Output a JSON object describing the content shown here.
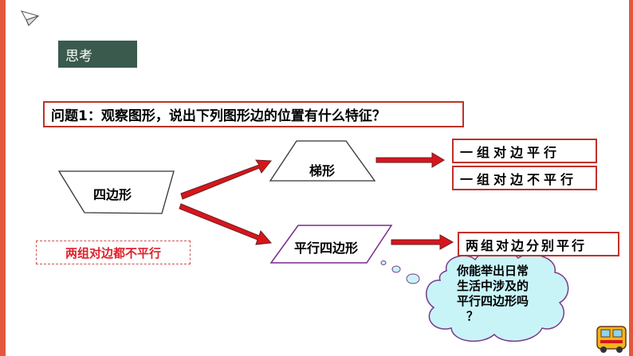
{
  "slide": {
    "think_label": "思考",
    "question": "问题1：观察图形，说出下列图形边的位置有什么特征？",
    "shapes": {
      "quadrilateral": "四边形",
      "trapezoid": "梯形",
      "parallelogram": "平行四边形"
    },
    "results": {
      "trapezoid_1": "一组对边平行",
      "trapezoid_2": "一组对边不平行",
      "parallelogram": "两组对边分别平行"
    },
    "note": "两组对边都不平行",
    "cloud_lines": [
      "你能举出日常",
      "生活中涉及的",
      "平行四边形吗",
      "？"
    ]
  },
  "colors": {
    "frame": "#e4573d",
    "badge": "#3a5a4e",
    "arrow": "#d9151c",
    "border": "#c0312a",
    "parallelogram_border": "#7a2a8c",
    "cloud_fill": "#c8f4f8",
    "cloud_border": "#7a3a8a",
    "note_text": "#e0202a"
  },
  "icons": [
    "paper-plane-icon",
    "school-bus-icon"
  ]
}
